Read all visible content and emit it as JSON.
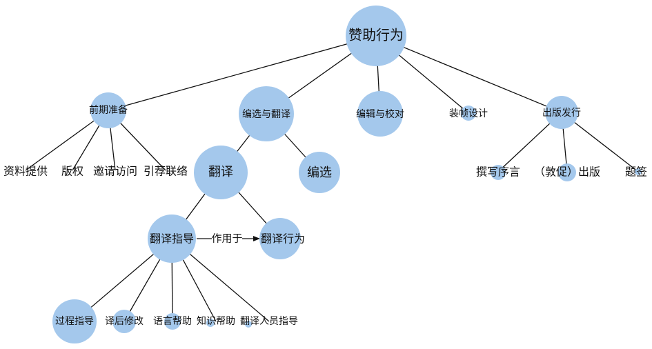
{
  "colors": {
    "node_fill": "#a4c8ec",
    "edge": "#111111",
    "text": "#111111"
  },
  "root": {
    "label": "赞助行为"
  },
  "level1": {
    "prep": "前期准备",
    "select_translate": "编选与翻译",
    "edit_proof": "编辑与校对",
    "binding": "装帧设计",
    "publish": "出版发行"
  },
  "prep_children": {
    "materials": "资料提供",
    "copyright": "版权",
    "invite": "邀请访问",
    "contact": "引荐联络"
  },
  "select_children": {
    "translate": "翻译",
    "select": "编选"
  },
  "translate_children": {
    "guidance": "翻译指导",
    "behavior": "翻译行为"
  },
  "relation_label": "作用于",
  "guidance_children": {
    "process": "过程指导",
    "postedit": "译后修改",
    "language": "语言帮助",
    "knowledge": "知识帮助",
    "staff": "翻译人员指导"
  },
  "publish_children": {
    "preface": "撰写序言",
    "urge": "（敦促）出版",
    "inscription": "题签"
  }
}
